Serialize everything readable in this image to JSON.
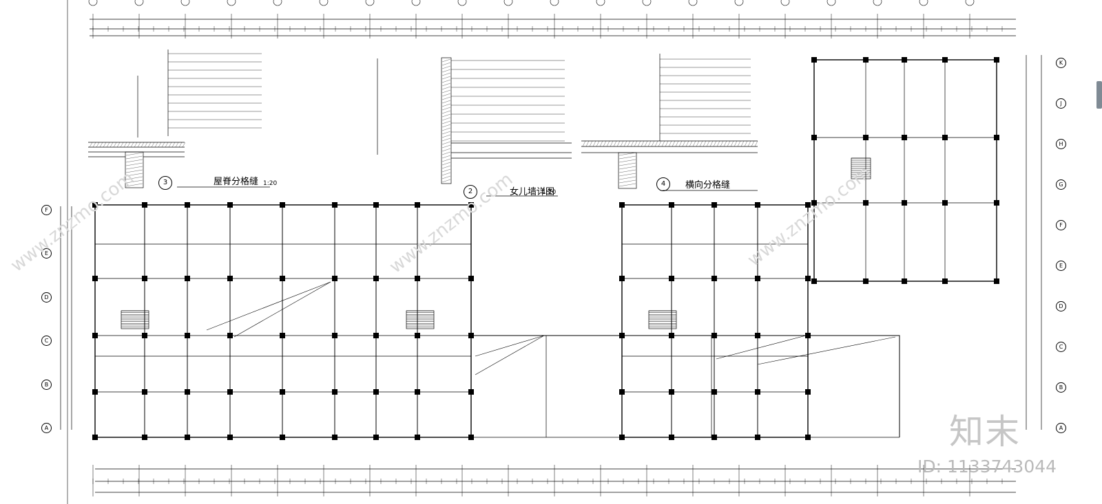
{
  "details": [
    {
      "number": "3",
      "title": "屋脊分格缝",
      "scale": "1:20"
    },
    {
      "number": "2",
      "title": "女儿墙详图",
      "scale": "1:20"
    },
    {
      "number": "4",
      "title": "横向分格缝",
      "scale": ""
    }
  ],
  "watermark": {
    "logo": "知末",
    "id": "ID: 1133743044",
    "url": "www.znzmo.com"
  },
  "axes_right": [
    "K",
    "J",
    "H",
    "G",
    "F",
    "E",
    "D",
    "C",
    "B",
    "A"
  ],
  "axes_left": [
    "F",
    "E",
    "D",
    "C",
    "B",
    "A"
  ],
  "colors": {
    "line": "#000000",
    "wall": "#000000",
    "watermark": "#c6c6c6"
  }
}
